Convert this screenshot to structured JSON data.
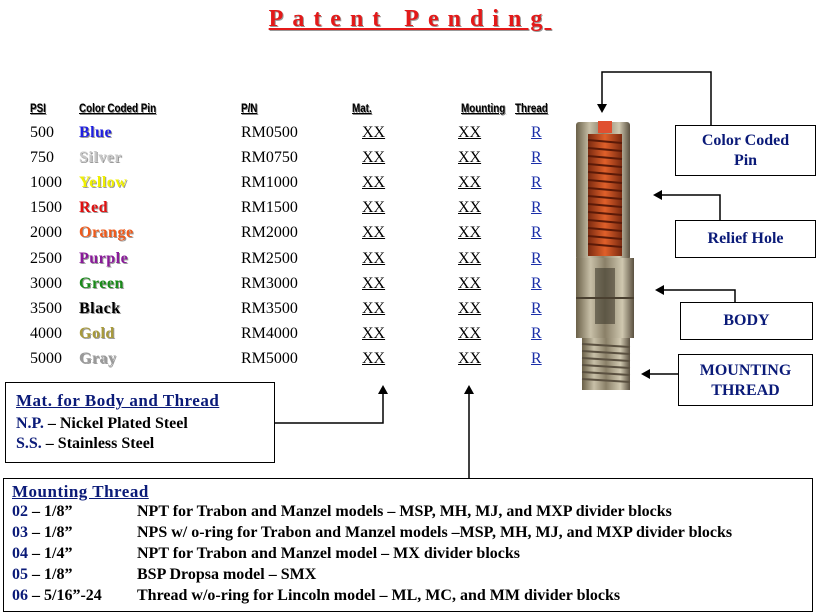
{
  "title": "Patent Pending",
  "headers": {
    "psi": "PSI",
    "color": "Color Coded Pin",
    "pn": "P/N",
    "mat": "Mat.",
    "mount": "Mounting",
    "thread": "Thread"
  },
  "rows": [
    {
      "psi": "500",
      "color": "Blue",
      "color_hex": "#2020e0",
      "pn": "RM0500",
      "mat": "XX",
      "mount": "XX",
      "thread": "R"
    },
    {
      "psi": "750",
      "color": "Silver",
      "color_hex": "#c8c8c8",
      "pn": "RM0750",
      "mat": "XX",
      "mount": "XX",
      "thread": "R"
    },
    {
      "psi": "1000",
      "color": "Yellow",
      "color_hex": "#f0f000",
      "pn": "RM1000",
      "mat": "XX",
      "mount": "XX",
      "thread": "R"
    },
    {
      "psi": "1500",
      "color": "Red",
      "color_hex": "#e01010",
      "pn": "RM1500",
      "mat": "XX",
      "mount": "XX",
      "thread": "R"
    },
    {
      "psi": "2000",
      "color": "Orange",
      "color_hex": "#f05a1a",
      "pn": "RM2000",
      "mat": "XX",
      "mount": "XX",
      "thread": "R"
    },
    {
      "psi": "2500",
      "color": "Purple",
      "color_hex": "#8a1a9a",
      "pn": "RM2500",
      "mat": "XX",
      "mount": "XX",
      "thread": "R"
    },
    {
      "psi": "3000",
      "color": "Green",
      "color_hex": "#1a8a1a",
      "pn": "RM3000",
      "mat": "XX",
      "mount": "XX",
      "thread": "R"
    },
    {
      "psi": "3500",
      "color": "Black",
      "color_hex": "#000000",
      "pn": "RM3500",
      "mat": "XX",
      "mount": "XX",
      "thread": "R"
    },
    {
      "psi": "4000",
      "color": "Gold",
      "color_hex": "#a89a3a",
      "pn": "RM4000",
      "mat": "XX",
      "mount": "XX",
      "thread": "R"
    },
    {
      "psi": "5000",
      "color": "Gray",
      "color_hex": "#9a9a9a",
      "pn": "RM5000",
      "mat": "XX",
      "mount": "XX",
      "thread": "R"
    }
  ],
  "callouts": {
    "color_coded_pin": "Color Coded Pin",
    "relief_hole": "Relief Hole",
    "body": "BODY",
    "mounting_thread": "MOUNTING THREAD"
  },
  "material_box": {
    "title": "Mat. for Body and Thread",
    "items": [
      {
        "code": "N.P.",
        "desc": "– Nickel Plated Steel"
      },
      {
        "code": "S.S.",
        "desc": "– Stainless Steel"
      }
    ]
  },
  "mounting_box": {
    "title": "Mounting Thread",
    "items": [
      {
        "code": "02",
        "size": "– 1/8”",
        "desc": "NPT for Trabon and Manzel models – MSP, MH, MJ, and MXP divider blocks"
      },
      {
        "code": "03",
        "size": "– 1/8”",
        "desc": "NPS w/ o-ring for Trabon and Manzel models –MSP, MH, MJ, and MXP divider blocks"
      },
      {
        "code": "04",
        "size": "– 1/4”",
        "desc": "NPT for Trabon and Manzel model – MX divider blocks"
      },
      {
        "code": "05",
        "size": "– 1/8”",
        "desc": "BSP Dropsa model – SMX"
      },
      {
        "code": "06",
        "size": "– 5/16”-24",
        "desc": "Thread w/o-ring for Lincoln model – ML, MC, and MM divider blocks"
      }
    ]
  },
  "colors": {
    "title_red": "#e31919",
    "label_navy": "#0a1a78",
    "link_blue": "#1a2ea8"
  },
  "icons": [
    "relief-valve-image",
    "arrow-icon"
  ]
}
